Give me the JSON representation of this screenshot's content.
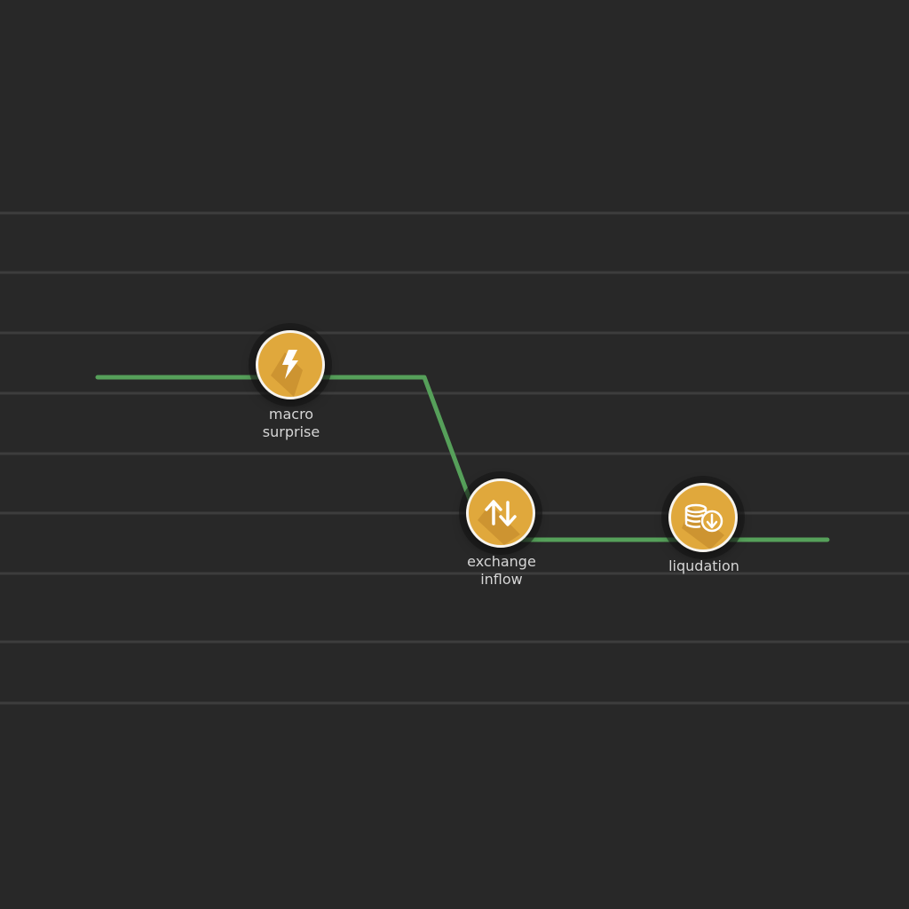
{
  "events": [
    {
      "id": "macro",
      "label": "macro\nsurprise",
      "icon": "lightning-bolt-icon"
    },
    {
      "id": "exchange",
      "label": "exchange\ninflow",
      "icon": "up-down-arrows-icon"
    },
    {
      "id": "liquidation",
      "label": "liqudation",
      "icon": "coins-down-arrow-icon"
    }
  ],
  "colors": {
    "background": "#282828",
    "line": "#56a05a",
    "node_fill": "#e0a83c",
    "node_border": "#f7f4ee",
    "gridline": "#3d3d3d",
    "label": "#d6d6d6"
  }
}
